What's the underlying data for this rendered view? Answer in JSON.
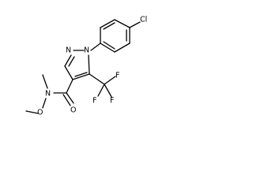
{
  "structure": {
    "atoms": {
      "cl": "Cl",
      "n1": "N",
      "n2": "N",
      "f1": "F",
      "f2": "F",
      "f3": "F",
      "n_amide": "N",
      "o_methoxy": "O",
      "o_carbonyl": "O"
    },
    "colors": {
      "background": "#ffffff",
      "ink": "#000000"
    }
  }
}
